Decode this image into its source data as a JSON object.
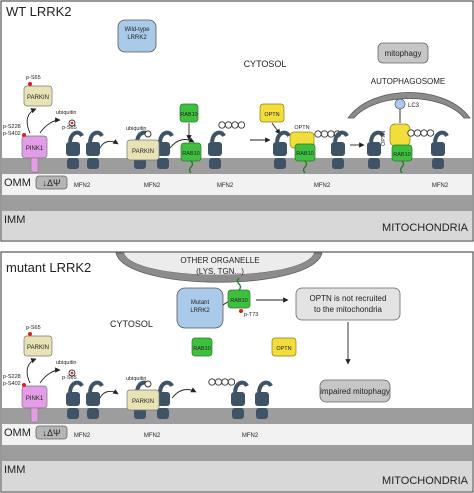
{
  "panel_top": {
    "title": "WT LRRK2",
    "wildtype_lrrk2": "Wild-type LRRK2",
    "cytosol": "CYTOSOL",
    "mitophagy": "mitophagy",
    "autophagosome": "AUTOPHAGOSOME",
    "lc3": "LC3",
    "parkin": "PARKIN",
    "pink1": "PINK1",
    "p_s65": "p-S65",
    "p_s228": "p-S228",
    "p_s402": "p-S402",
    "ubiquitin": "ubiquitin",
    "rab10": "RAB10",
    "optn": "OPTN",
    "mfn2": "MFN2",
    "omm": "OMM",
    "delta_psi": "↓ΔΨ",
    "imm": "IMM",
    "mitochondria": "MITOCHONDRIA"
  },
  "panel_bottom": {
    "title": "mutant LRRK2",
    "other_organelle_line1": "OTHER ORGANELLE",
    "other_organelle_line2": "(LYS, TGN...)",
    "mutant_lrrk2": "Mutant LRRK2",
    "rab10": "RAB10",
    "p_t73": "p-T73",
    "optn_not_recruited": "OPTN is not recruited to the mitochondria",
    "cytosol": "CYTOSOL",
    "optn": "OPTN",
    "impaired_mitophagy": "impaired mitophagy",
    "parkin": "PARKIN",
    "pink1": "PINK1",
    "p_s65": "p-S65",
    "p_s228": "p-S228",
    "p_s402": "p-S402",
    "ubiquitin": "ubiquitin",
    "mfn2": "MFN2",
    "omm": "OMM",
    "delta_psi": "↓ΔΨ",
    "imm": "IMM",
    "mitochondria": "MITOCHONDRIA"
  },
  "colors": {
    "membrane": "#9d9d9d",
    "membrane_light": "#c9c9c9",
    "mfn2": "#3f5366",
    "parkin": "#e8e3b5",
    "pink1": "#e39ce6",
    "rab10": "#3fbf3f",
    "optn": "#f2dd3c",
    "lrrk2": "#a9cbe9",
    "phospho": "#d81f26"
  }
}
